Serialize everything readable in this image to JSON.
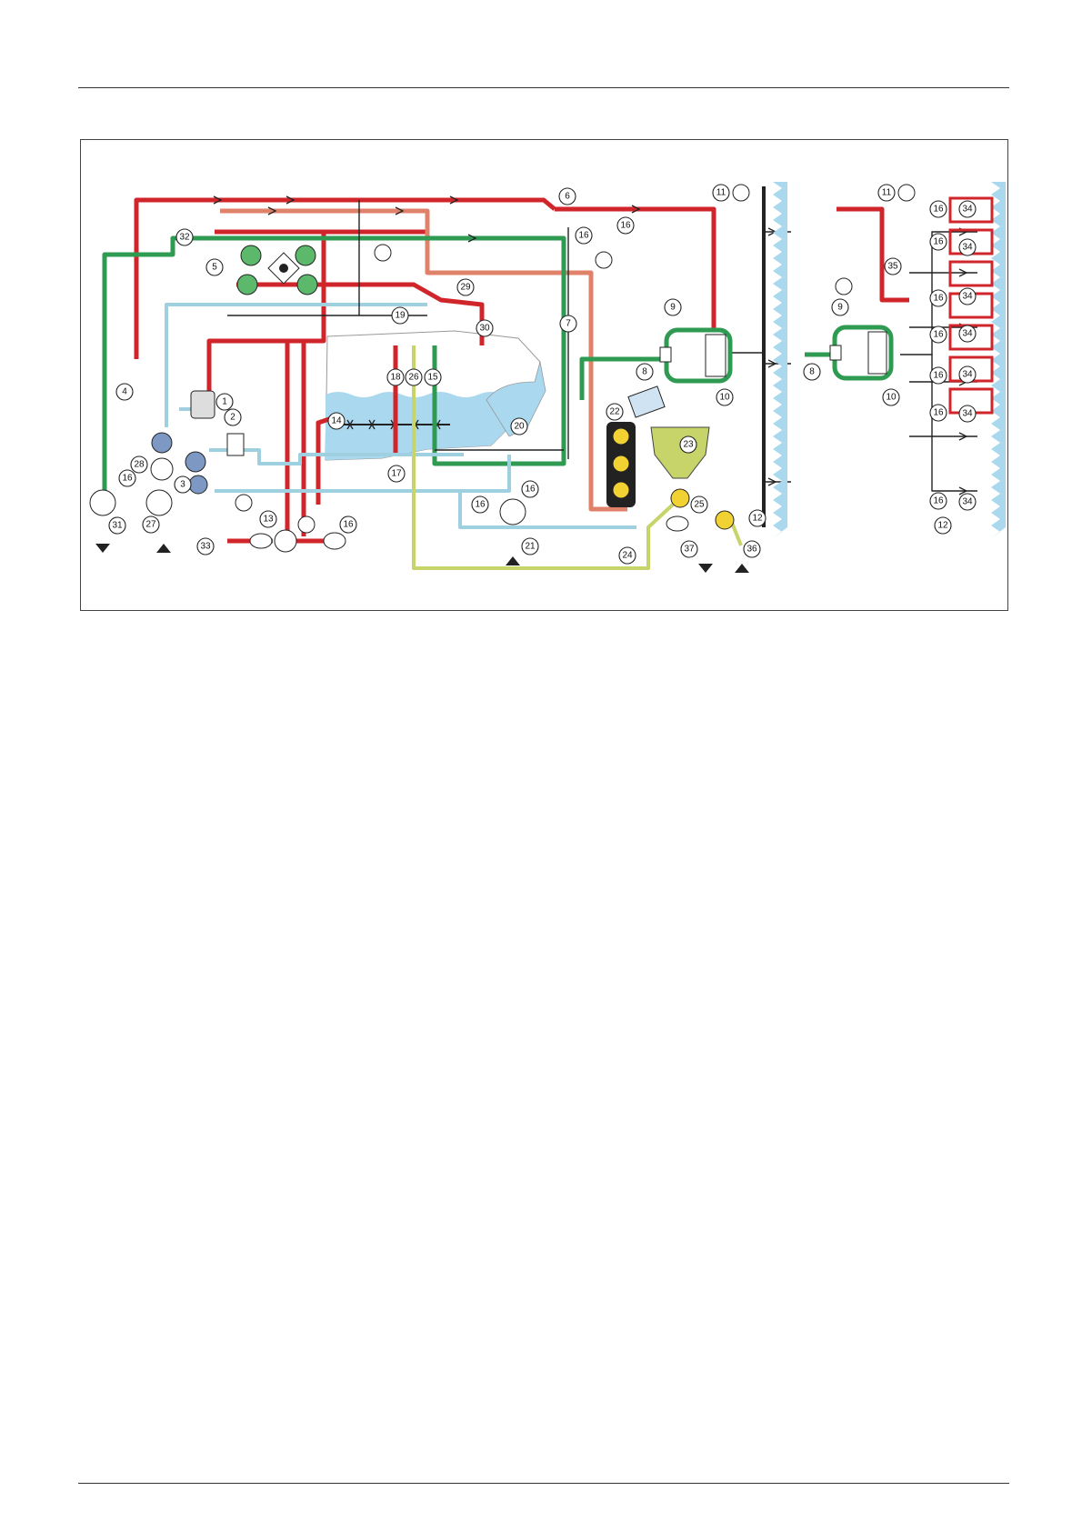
{
  "diagram": {
    "colors": {
      "red": "#d0262b",
      "salmon": "#e0826a",
      "green": "#2f9a52",
      "light_blue": "#9fd0e0",
      "water": "#aad9ef",
      "yellow_green": "#c6d46a",
      "dark": "#222222",
      "pump_blue": "#7e98c4",
      "green_icon": "#5cb86b",
      "yellow_icon": "#f2d232"
    },
    "icons": {
      "valve": "valve-body-icon",
      "pump": "centrifugal-pump-icon",
      "gauge": "pressure-gauge-icon",
      "filter": "filter-icon",
      "nozzle": "spray-nozzle-icon",
      "arrow": "flow-arrow-icon"
    },
    "callouts": [
      {
        "id": "c1",
        "label": "1"
      },
      {
        "id": "c2",
        "label": "2"
      },
      {
        "id": "c3",
        "label": "3"
      },
      {
        "id": "c4",
        "label": "4"
      },
      {
        "id": "c5",
        "label": "5"
      },
      {
        "id": "c6",
        "label": "6"
      },
      {
        "id": "c7",
        "label": "7"
      },
      {
        "id": "c8",
        "label": "8"
      },
      {
        "id": "c9",
        "label": "9"
      },
      {
        "id": "c10",
        "label": "10"
      },
      {
        "id": "c11",
        "label": "11"
      },
      {
        "id": "c12",
        "label": "12"
      },
      {
        "id": "c13",
        "label": "13"
      },
      {
        "id": "c14",
        "label": "14"
      },
      {
        "id": "c15",
        "label": "15"
      },
      {
        "id": "c16a",
        "label": "16"
      },
      {
        "id": "c16b",
        "label": "16"
      },
      {
        "id": "c16c",
        "label": "16"
      },
      {
        "id": "c16d",
        "label": "16"
      },
      {
        "id": "c16e",
        "label": "16"
      },
      {
        "id": "c16f",
        "label": "16"
      },
      {
        "id": "c17",
        "label": "17"
      },
      {
        "id": "c18",
        "label": "18"
      },
      {
        "id": "c19",
        "label": "19"
      },
      {
        "id": "c20",
        "label": "20"
      },
      {
        "id": "c21",
        "label": "21"
      },
      {
        "id": "c22",
        "label": "22"
      },
      {
        "id": "c23",
        "label": "23"
      },
      {
        "id": "c24",
        "label": "24"
      },
      {
        "id": "c25",
        "label": "25"
      },
      {
        "id": "c26",
        "label": "26"
      },
      {
        "id": "c27",
        "label": "27"
      },
      {
        "id": "c28",
        "label": "28"
      },
      {
        "id": "c29",
        "label": "29"
      },
      {
        "id": "c30",
        "label": "30"
      },
      {
        "id": "c31",
        "label": "31"
      },
      {
        "id": "c32",
        "label": "32"
      },
      {
        "id": "c33",
        "label": "33"
      },
      {
        "id": "c36",
        "label": "36"
      },
      {
        "id": "c37",
        "label": "37"
      },
      {
        "id": "r9",
        "label": "9"
      },
      {
        "id": "r8",
        "label": "8"
      },
      {
        "id": "r10",
        "label": "10"
      },
      {
        "id": "r11",
        "label": "11"
      },
      {
        "id": "r12",
        "label": "12"
      },
      {
        "id": "r35",
        "label": "35"
      },
      {
        "id": "r16a",
        "label": "16"
      },
      {
        "id": "r16b",
        "label": "16"
      },
      {
        "id": "r16c",
        "label": "16"
      },
      {
        "id": "r16d",
        "label": "16"
      },
      {
        "id": "r16e",
        "label": "16"
      },
      {
        "id": "r16f",
        "label": "16"
      },
      {
        "id": "r16g",
        "label": "16"
      },
      {
        "id": "r34a",
        "label": "34"
      },
      {
        "id": "r34b",
        "label": "34"
      },
      {
        "id": "r34c",
        "label": "34"
      },
      {
        "id": "r34d",
        "label": "34"
      },
      {
        "id": "r34e",
        "label": "34"
      },
      {
        "id": "r34f",
        "label": "34"
      },
      {
        "id": "r34g",
        "label": "34"
      }
    ]
  }
}
